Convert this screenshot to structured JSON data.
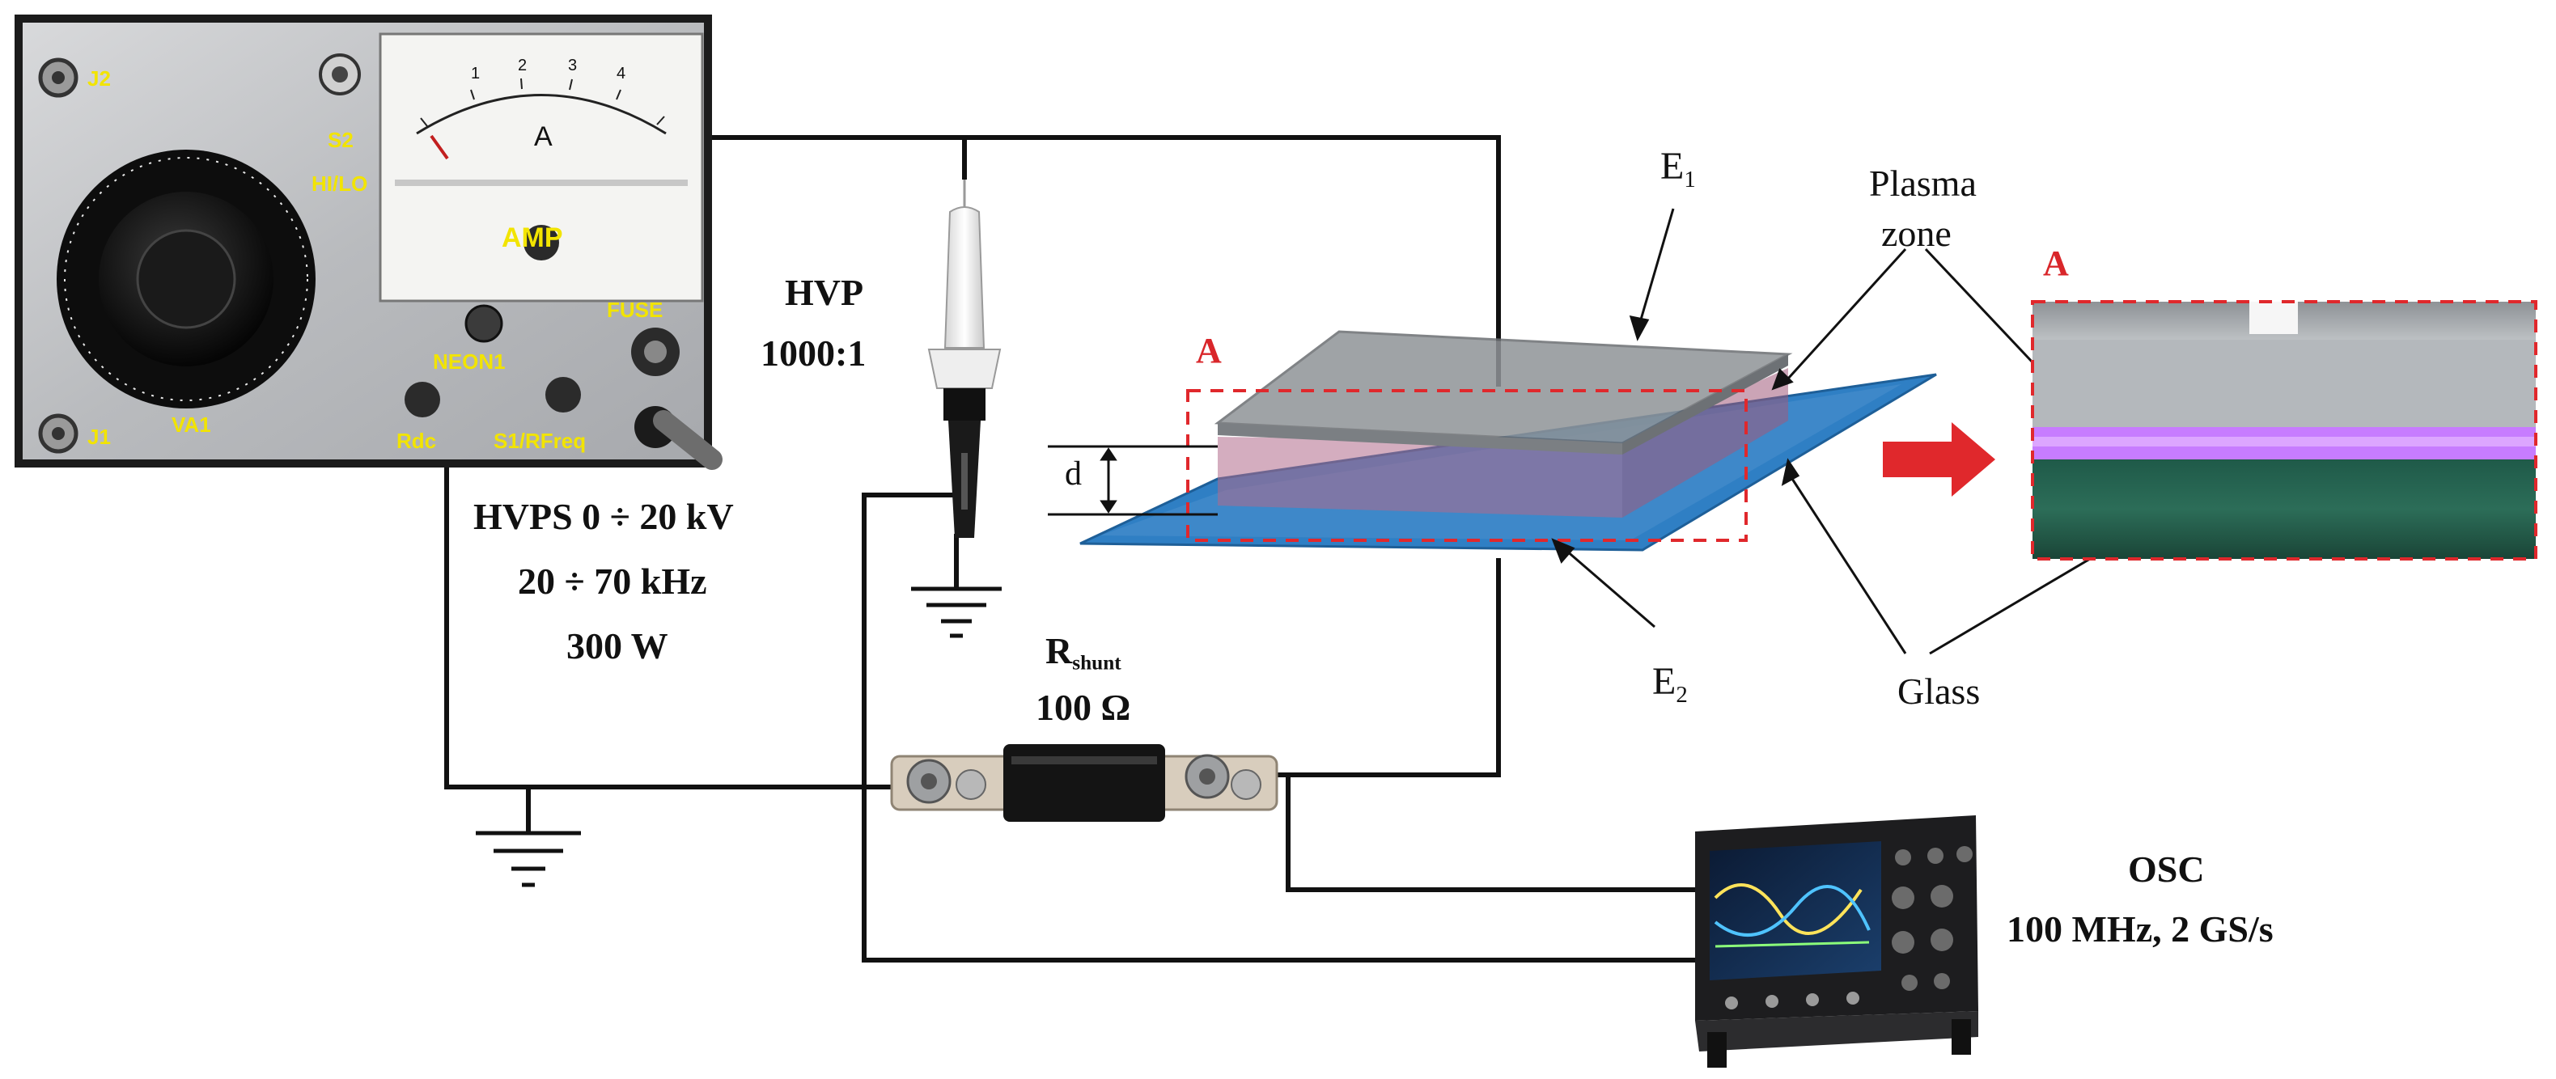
{
  "power_supply": {
    "labels": {
      "j2": "J2",
      "s2": "S2",
      "hilo": "HI/LO",
      "amp": "AMP",
      "neon": "NEON1",
      "fuse": "FUSE",
      "va1": "VA1",
      "j1": "J1",
      "rdc": "Rdc",
      "s1": "S1/RFreq"
    },
    "meter_scale": [
      "1",
      "2",
      "3",
      "4"
    ],
    "meter_unit": "A",
    "caption_lines": [
      "HVPS 0 ÷ 20 kV",
      "20 ÷ 70 kHz",
      "300 W"
    ]
  },
  "probe": {
    "name": "HVP",
    "ratio": "1000:1"
  },
  "shunt": {
    "symbol": "R",
    "subscript": "shunt",
    "value": "100 Ω"
  },
  "reactor": {
    "gap_label": "d",
    "zoom_label": "A",
    "electrode_top": "E",
    "electrode_top_sub": "1",
    "electrode_bottom": "E",
    "electrode_bottom_sub": "2",
    "plasma_label_line1": "Plasma",
    "plasma_label_line2": "zone",
    "glass_label": "Glass"
  },
  "inset": {
    "label": "A"
  },
  "oscilloscope": {
    "name": "OSC",
    "spec": "100 MHz, 2 GS/s"
  },
  "colors": {
    "wire": "#111111",
    "zoom_box": "#e0282c",
    "arrow": "#e0282c",
    "electrode_blue": "#2f7fc4",
    "plasma_pink": "#b06a8a",
    "plasma_glow": "#c77cff",
    "label_yellow": "#f2e400"
  }
}
